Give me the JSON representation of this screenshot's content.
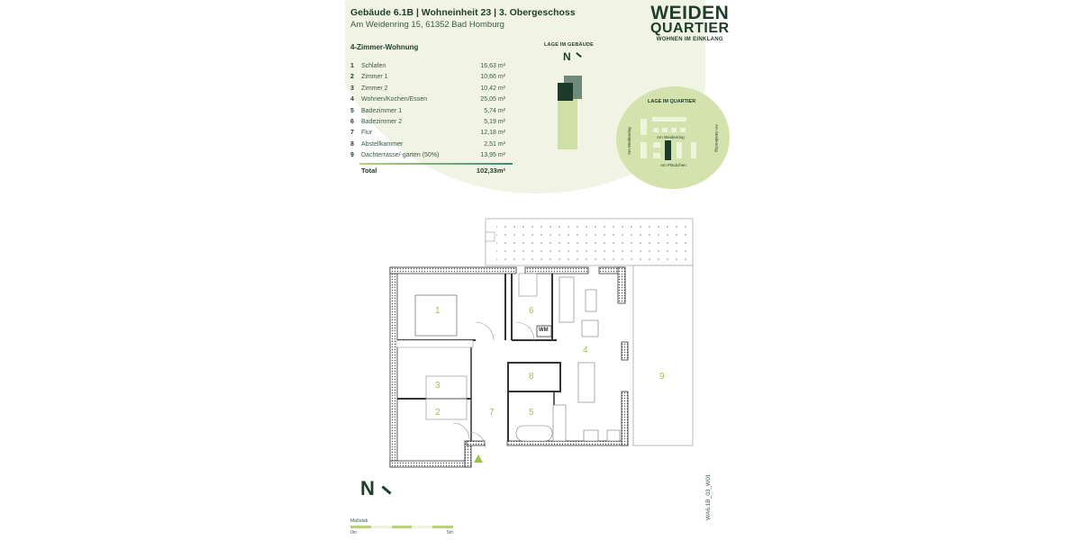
{
  "header": {
    "title": "Gebäude 6.1B | Wohneinheit 23 | 3. Obergeschoss",
    "address": "Am Weidenring 15, 61352 Bad Homburg"
  },
  "logo": {
    "line1": "WEIDEN",
    "line2": "QUARTIER",
    "tagline": "WOHNEN IM EINKLANG"
  },
  "apartment": {
    "type": "4-Zimmer-Wohnung",
    "rooms": [
      {
        "num": "1",
        "name": "Schlafen",
        "area": "16,63 m²"
      },
      {
        "num": "2",
        "name": "Zimmer 1",
        "area": "10,66 m²"
      },
      {
        "num": "3",
        "name": "Zimmer 2",
        "area": "10,42 m²"
      },
      {
        "num": "4",
        "name": "Wohnen/Kochen/Essen",
        "area": "25,05 m²"
      },
      {
        "num": "5",
        "name": "Badezimmer 1",
        "area": "5,74 m²"
      },
      {
        "num": "6",
        "name": "Badezimmer 2",
        "area": "5,19 m²"
      },
      {
        "num": "7",
        "name": "Flur",
        "area": "12,18 m²"
      },
      {
        "num": "8",
        "name": "Abstellkammer",
        "area": "2,51 m²"
      },
      {
        "num": "9",
        "name": "Dachterrasse/-garten (50%)",
        "area": "13,95 m²"
      }
    ],
    "total_label": "Total",
    "total_area": "102,33m²"
  },
  "lage_gebaeude": {
    "label": "LAGE IM GEBÄUDE",
    "north": "N"
  },
  "lage_quartier": {
    "label": "LAGE IM QUARTIER",
    "streets": {
      "left": "Am Weidenring",
      "right": "Am Weidenring",
      "center": "Am Weidenring",
      "bottom": "Am Pläckchen"
    }
  },
  "plan": {
    "room_numbers": [
      "1",
      "2",
      "3",
      "4",
      "5",
      "6",
      "7",
      "8",
      "9"
    ],
    "wm_label": "WM",
    "north": "N"
  },
  "scale": {
    "label": "Maßstab",
    "start": "0m",
    "end": "5m"
  },
  "plan_code": "WA6.1B_03_W01",
  "colors": {
    "dark_green": "#1f3d2b",
    "accent_green": "#9dc34c",
    "header_bg": "#f1f4e4",
    "quartier_bg": "#d4e3ad"
  }
}
